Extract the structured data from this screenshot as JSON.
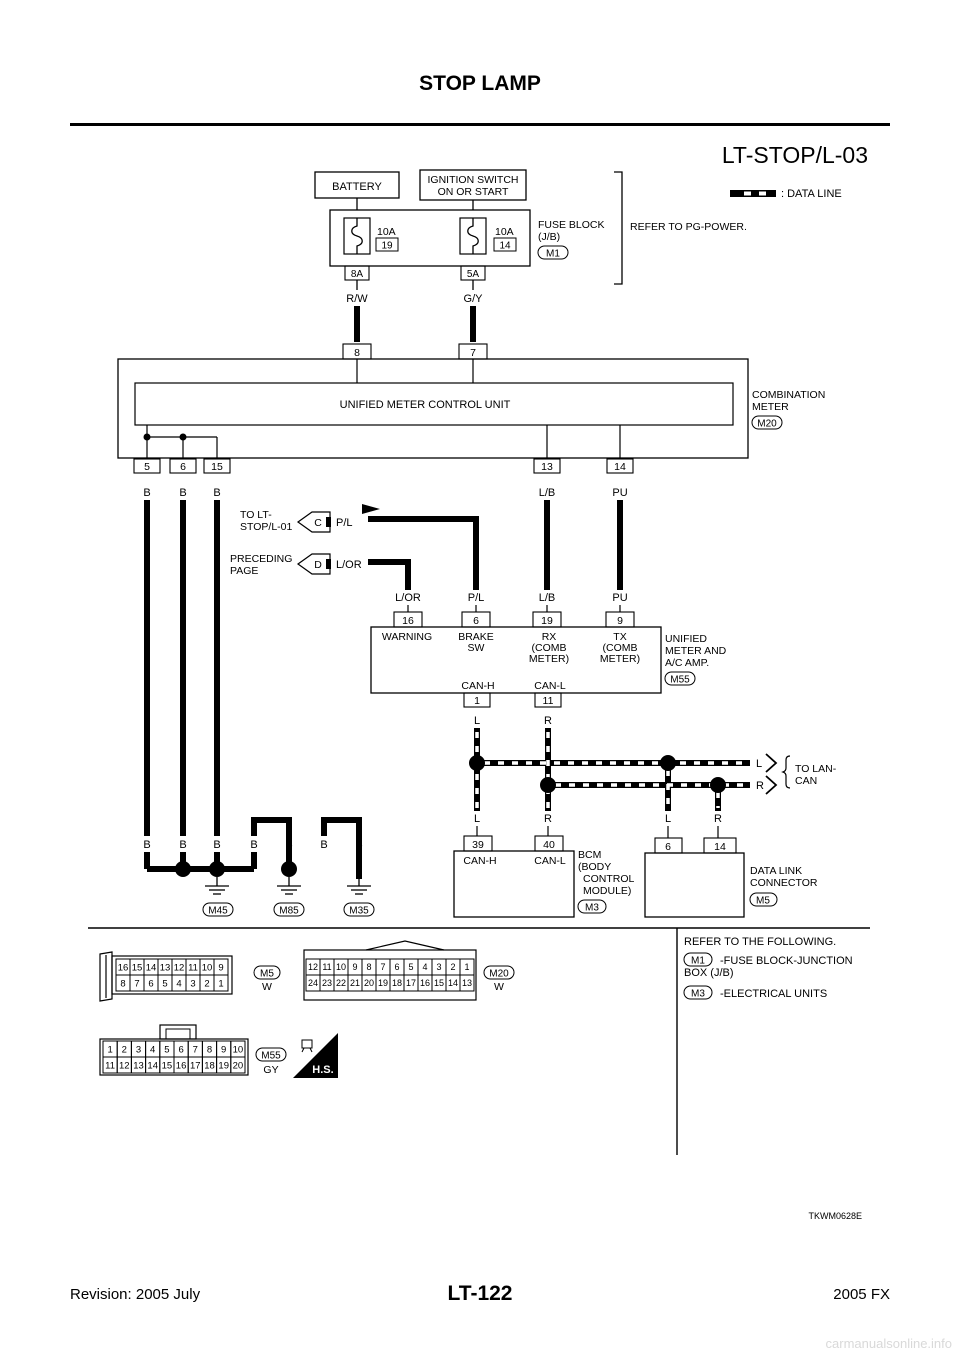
{
  "header": {
    "title": "STOP LAMP"
  },
  "diagram": {
    "code": "LT-STOP/L-03",
    "legend_data_line": ": DATA LINE",
    "battery": "BATTERY",
    "ignition_line1": "IGNITION SWITCH",
    "ignition_line2": "ON OR START",
    "fuse1_amp": "10A",
    "fuse1_num": "19",
    "fuse2_amp": "10A",
    "fuse2_num": "14",
    "fuse_block_line1": "FUSE BLOCK",
    "fuse_block_line2": "(J/B)",
    "fuse_block_conn": "M1",
    "refer_power": "REFER TO PG-POWER.",
    "term_8a": "8A",
    "term_5a": "5A",
    "wire_rw": "R/W",
    "wire_gy": "G/Y",
    "pin_8": "8",
    "pin_7": "7",
    "meter_unit": "UNIFIED METER CONTROL UNIT",
    "combination_line1": "COMBINATION",
    "combination_line2": "METER",
    "combination_conn": "M20",
    "pin_5": "5",
    "pin_6": "6",
    "pin_15": "15",
    "pin_13": "13",
    "pin_14": "14",
    "wire_b": "B",
    "wire_lb": "L/B",
    "wire_pu": "PU",
    "wire_pl": "P/L",
    "wire_lor": "L/OR",
    "to_lt_line1": "TO LT-",
    "to_lt_line2": "STOP/L-01",
    "marker_c": "C",
    "preceding_line1": "PRECEDING",
    "preceding_line2": "PAGE",
    "marker_d": "D",
    "amp_pin_16": "16",
    "amp_pin_6": "6",
    "amp_pin_19": "19",
    "amp_pin_9": "9",
    "amp_warning": "WARNING",
    "amp_brake_line1": "BRAKE",
    "amp_brake_line2": "SW",
    "amp_rx_line1": "RX",
    "amp_rx_line2": "(COMB",
    "amp_rx_line3": "METER)",
    "amp_tx_line1": "TX",
    "amp_tx_line2": "(COMB",
    "amp_tx_line3": "METER)",
    "amp_title_line1": "UNIFIED",
    "amp_title_line2": "METER AND",
    "amp_title_line3": "A/C AMP.",
    "amp_conn": "M55",
    "can_h": "CAN-H",
    "can_l": "CAN-L",
    "amp_pin_1": "1",
    "amp_pin_11": "11",
    "wire_l": "L",
    "wire_r": "R",
    "to_lan_line1": "TO LAN-",
    "to_lan_line2": "CAN",
    "bcm_pin_39": "39",
    "bcm_pin_40": "40",
    "bcm_line1": "BCM",
    "bcm_line2": "(BODY",
    "bcm_line3": "CONTROL",
    "bcm_line4": "MODULE)",
    "bcm_conn": "M3",
    "dlc_pin_6": "6",
    "dlc_pin_14": "14",
    "dlc_line1": "DATA LINK",
    "dlc_line2": "CONNECTOR",
    "dlc_conn": "M5",
    "ground_m45": "M45",
    "ground_m85": "M85",
    "ground_m35": "M35",
    "m5_top": [
      "16",
      "15",
      "14",
      "13",
      "12",
      "11",
      "10",
      "9"
    ],
    "m5_bottom": [
      "8",
      "7",
      "6",
      "5",
      "4",
      "3",
      "2",
      "1"
    ],
    "m5_label": "M5",
    "m5_color": "W",
    "m20_top": [
      "12",
      "11",
      "10",
      "9",
      "8",
      "7",
      "6",
      "5",
      "4",
      "3",
      "2",
      "1"
    ],
    "m20_bottom": [
      "24",
      "23",
      "22",
      "21",
      "20",
      "19",
      "18",
      "17",
      "16",
      "15",
      "14",
      "13"
    ],
    "m20_label": "M20",
    "m20_color": "W",
    "m55_top": [
      "1",
      "2",
      "3",
      "4",
      "5",
      "6",
      "7",
      "8",
      "9",
      "10"
    ],
    "m55_bottom": [
      "11",
      "12",
      "13",
      "14",
      "15",
      "16",
      "17",
      "18",
      "19",
      "20"
    ],
    "m55_label": "M55",
    "m55_color": "GY",
    "hs_label": "H.S.",
    "refer_following": "REFER TO THE FOLLOWING.",
    "ref_m1": "M1",
    "ref_m1_text_line1": "-FUSE BLOCK-JUNCTION",
    "ref_m1_text_line2": "BOX (J/B)",
    "ref_m3": "M3",
    "ref_m3_text": "-ELECTRICAL UNITS",
    "figure_code": "TKWM0628E"
  },
  "footer": {
    "revision": "Revision: 2005 July",
    "page": "LT-122",
    "model": "2005 FX"
  },
  "watermark": "carmanualsonline.info"
}
